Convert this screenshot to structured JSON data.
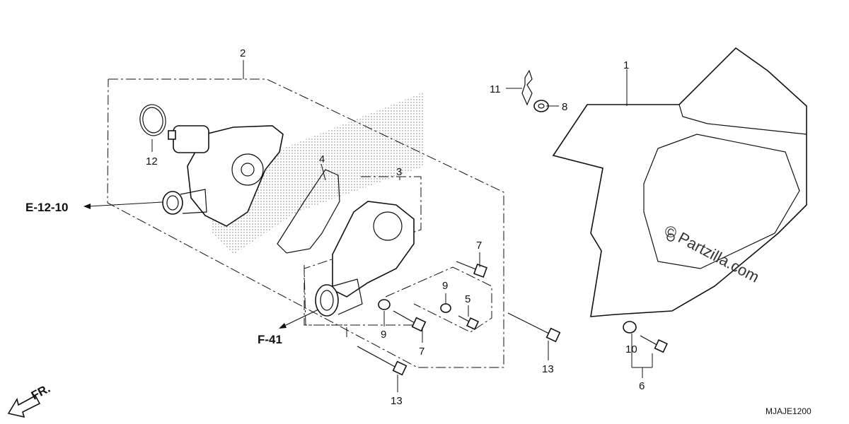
{
  "callouts": {
    "c1": "1",
    "c2": "2",
    "c3": "3",
    "c4": "4",
    "c5": "5",
    "c6": "6",
    "c7a": "7",
    "c7b": "7",
    "c8": "8",
    "c9a": "9",
    "c9b": "9",
    "c10": "10",
    "c11": "11",
    "c12": "12",
    "c13a": "13",
    "c13b": "13"
  },
  "references": {
    "e12": "E-12-10",
    "f41": "F-41",
    "fr": "FR."
  },
  "watermark": "Partzilla.com",
  "copyright_symbol": "©",
  "diagram_code": "MJAJE1200"
}
